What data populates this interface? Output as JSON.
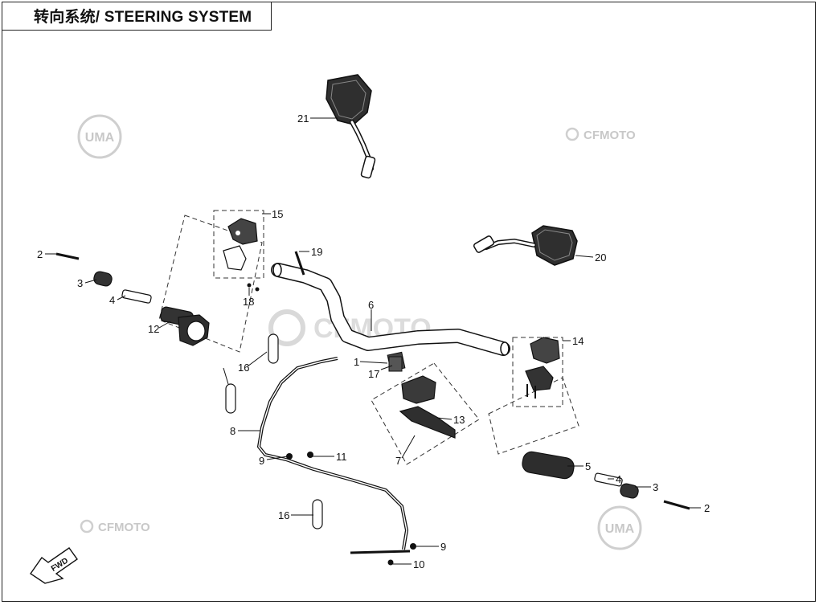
{
  "title": "转向系统/ STEERING SYSTEM",
  "watermarks": {
    "uma": "UMA",
    "cfmoto": "CFMOTO"
  },
  "fwd_label": "FWD",
  "callouts": {
    "c21": "21",
    "c20": "20",
    "c15": "15",
    "c19": "19",
    "c18": "18",
    "c2l": "2",
    "c3l": "3",
    "c4l": "4",
    "c12": "12",
    "c6": "6",
    "c14": "14",
    "c1": "1",
    "c17": "17",
    "c16a": "16",
    "c13": "13",
    "c8": "8",
    "c9a": "9",
    "c11": "11",
    "c7": "7",
    "c5": "5",
    "c4r": "4",
    "c3r": "3",
    "c2r": "2",
    "c16b": "16",
    "c9b": "9",
    "c10": "10"
  },
  "colors": {
    "line": "#111111",
    "watermark": "#c8c8c8",
    "part_fill": "#3a3a3a"
  }
}
